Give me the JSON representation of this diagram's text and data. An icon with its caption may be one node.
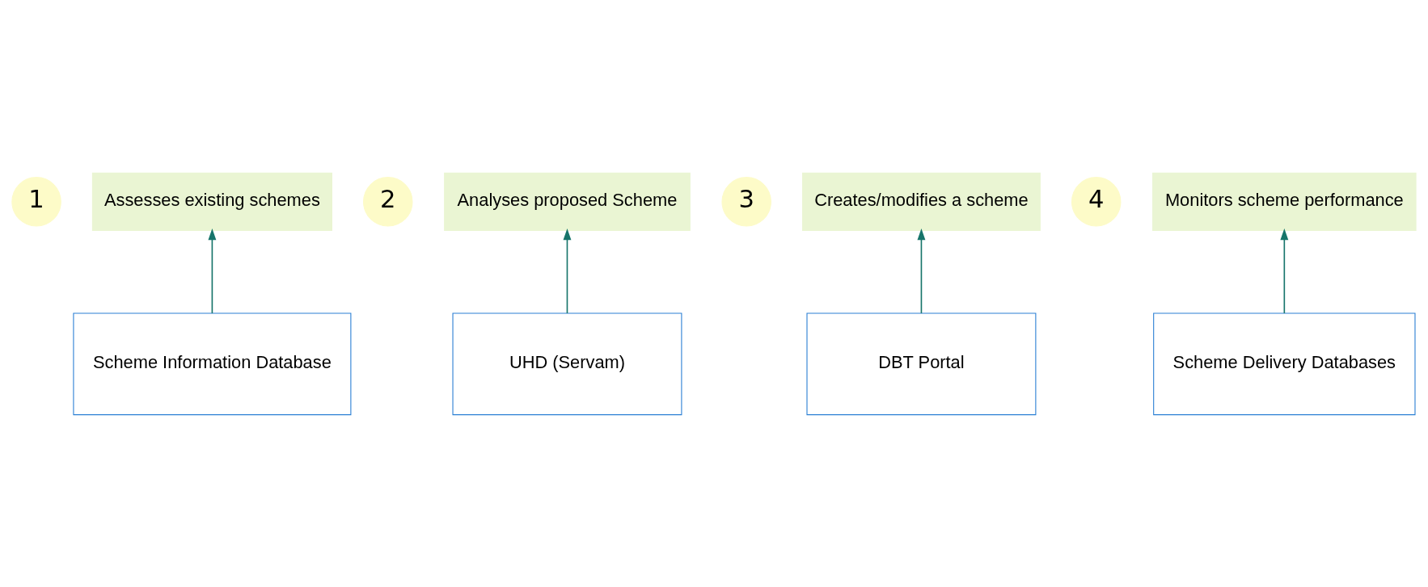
{
  "diagram": {
    "nodes": [
      {
        "text": [
          "1"
        ]
      },
      {
        "text": [
          "Assesses existing schemes"
        ]
      },
      {
        "text": [
          "2"
        ]
      },
      {
        "text": [
          "Analyses proposed Scheme"
        ]
      },
      {
        "text": [
          "3"
        ]
      },
      {
        "text": [
          "Creates/modifies a scheme"
        ]
      },
      {
        "text": [
          "4"
        ]
      },
      {
        "text": [
          "Monitors scheme performance"
        ]
      },
      {
        "text": [
          "Scheme Information Database"
        ]
      },
      {
        "text": [
          "UHD (Servam)"
        ]
      },
      {
        "text": [
          "DBT Portal"
        ]
      },
      {
        "text": [
          "Scheme Delivery Databases"
        ]
      }
    ],
    "edges": [
      {
        "from": 8,
        "to": 1,
        "arrow": "to"
      },
      {
        "from": 9,
        "to": 3,
        "arrow": "to"
      },
      {
        "from": 10,
        "to": 5,
        "arrow": "to"
      },
      {
        "from": 11,
        "to": 7,
        "arrow": "to"
      }
    ]
  }
}
